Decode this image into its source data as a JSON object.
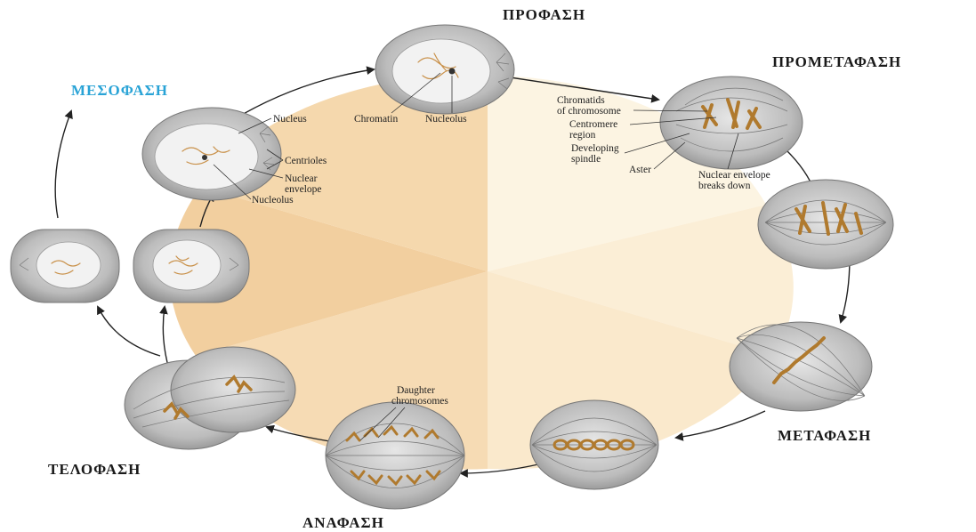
{
  "phases": {
    "prophase": "ΠΡΟΦΑΣΗ",
    "prometaphase": "ΠΡΟΜΕΤΑΦΑΣΗ",
    "interphase": "ΜΕΣΟΦΑΣΗ",
    "metaphase": "ΜΕΤΑΦΑΣΗ",
    "telophase": "ΤΕΛΟΦΑΣΗ",
    "anaphase": "ΑΝΑΦΑΣΗ"
  },
  "annotations": {
    "nucleus": "Nucleus",
    "centrioles": "Centrioles",
    "nuclear_envelope_1": "Nuclear",
    "nuclear_envelope_2": "envelope",
    "nucleolus_interphase": "Nucleolus",
    "chromatin": "Chromatin",
    "nucleolus_prophase": "Nucleolus",
    "chromatids_1": "Chromatids",
    "chromatids_2": "of chromosome",
    "centromere_1": "Centromere",
    "centromere_2": "region",
    "spindle_1": "Developing",
    "spindle_2": "spindle",
    "aster": "Aster",
    "envelope_breaks_1": "Nuclear envelope",
    "envelope_breaks_2": "breaks down",
    "daughter_1": "Daughter",
    "daughter_2": "chromosomes"
  },
  "colors": {
    "interphase_label": "#29a3d6",
    "phase_label": "#1a1a1a",
    "wheel_light": "#fbf1dc",
    "wheel_dark": "#f2cfa0"
  }
}
